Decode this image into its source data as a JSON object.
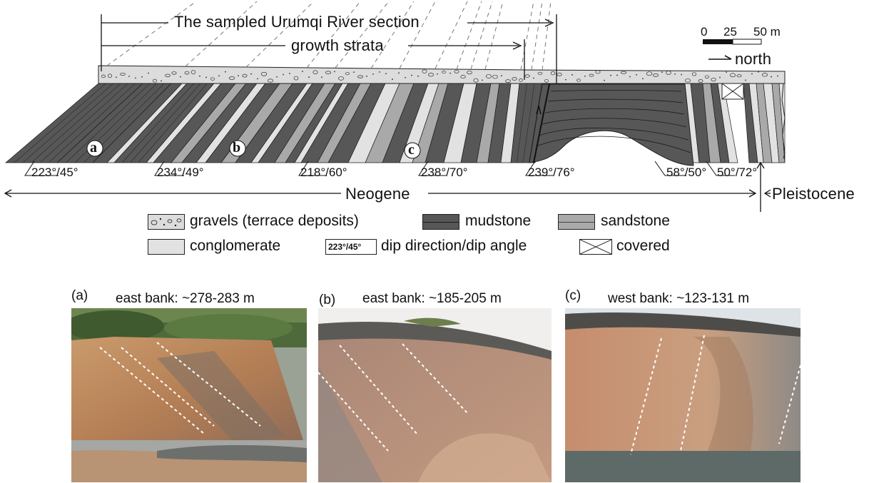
{
  "section": {
    "header_sampled": "The sampled Urumqi River section",
    "header_growth": "growth strata",
    "scale_labels": [
      "0",
      "25",
      "50 m"
    ],
    "north_label": "north",
    "point_labels": [
      "a",
      "b",
      "c"
    ],
    "dip_labels": [
      "223°/45°",
      "234°/49°",
      "218°/60°",
      "238°/70°",
      "239°/76°",
      "58°/50°",
      "50°/72°"
    ],
    "neogene_label": "Neogene",
    "pleistocene_label": "Pleistocene"
  },
  "legend": {
    "gravels": "gravels (terrace deposits)",
    "mudstone": "mudstone",
    "sandstone": "sandstone",
    "conglomerate": "conglomerate",
    "dip_sample": "223°/45°",
    "dip": "dip direction/dip angle",
    "covered": "covered"
  },
  "photos": [
    {
      "label": "(a)",
      "caption": "east bank: ~278-283 m"
    },
    {
      "label": "(b)",
      "caption": "east bank: ~185-205 m"
    },
    {
      "label": "(c)",
      "caption": "west bank: ~123-131 m"
    }
  ],
  "colors": {
    "mudstone": "#575757",
    "sandstone": "#a9a9a9",
    "conglomerate": "#e2e2e2",
    "gravels": "#dcdcdc"
  }
}
